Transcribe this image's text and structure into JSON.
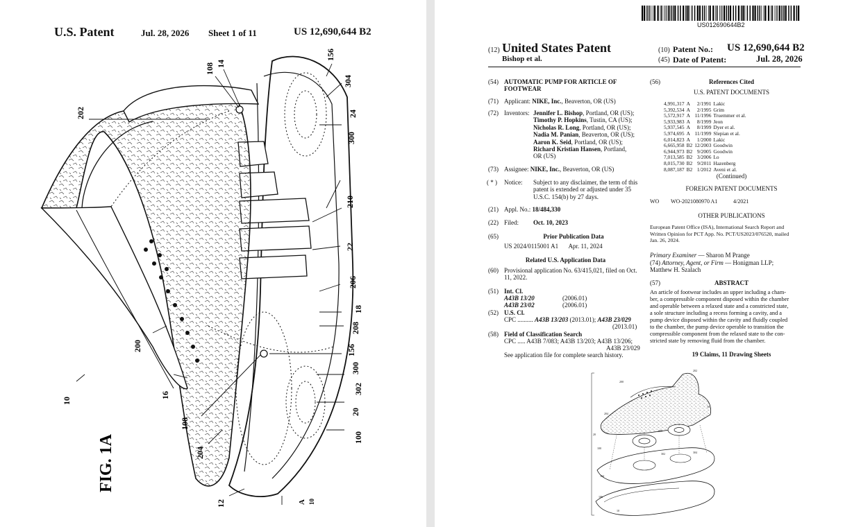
{
  "left_sheet": {
    "header": {
      "title": "U.S. Patent",
      "date": "Jul. 28, 2026",
      "sheet": "Sheet 1 of 11",
      "patent_number": "US 12,690,644 B2"
    },
    "figure_label": "FIG. 1A",
    "reference_numerals": [
      "108",
      "14",
      "156",
      "304",
      "202",
      "24",
      "300",
      "210",
      "22",
      "206",
      "18",
      "208",
      "156",
      "200",
      "300",
      "302",
      "10",
      "16",
      "20",
      "108",
      "100",
      "204",
      "12",
      "10"
    ],
    "section_marker": "A",
    "section_marker_number": "10"
  },
  "right_sheet": {
    "barcode_number": "US012690644B2",
    "patent_label_code": "(12)",
    "patent_title": "United States Patent",
    "inventor_short": "Bishop et al.",
    "patent_no_code": "(10)",
    "patent_no_label": "Patent No.:",
    "patent_no_value": "US 12,690,644 B2",
    "date_code": "(45)",
    "date_label": "Date of Patent:",
    "date_value": "Jul. 28, 2026",
    "title_code": "(54)",
    "title_text_1": "AUTOMATIC PUMP FOR ARTICLE OF",
    "title_text_2": "FOOTWEAR",
    "applicant_code": "(71)",
    "applicant_label": "Applicant:",
    "applicant_name": "NIKE, Inc.",
    "applicant_place": ", Beaverton, OR (US)",
    "inventors_code": "(72)",
    "inventors_label": "Inventors:",
    "inventors": [
      {
        "name": "Jennifer L. Bishop",
        "place": ", Portland, OR (US);"
      },
      {
        "name": "Timothy P. Hopkins",
        "place": ", Tustin, CA (US);"
      },
      {
        "name": "Nicholas R. Long",
        "place": ", Portland, OR (US);"
      },
      {
        "name": "Nadia M. Panian",
        "place": ", Beaverton, OR (US);"
      },
      {
        "name": "Aaron K. Seid",
        "place": ", Portland, OR (US);"
      },
      {
        "name": "Richard Kristian Hansen",
        "place": ", Portland,"
      }
    ],
    "inventors_last_line": "OR (US)",
    "assignee_code": "(73)",
    "assignee_label": "Assignee:",
    "assignee_name": "NIKE, Inc.",
    "assignee_place": ", Beaverton, OR (US)",
    "notice_code": "( * )",
    "notice_label": "Notice:",
    "notice_lines": [
      "Subject to any disclaimer, the term of this",
      "patent is extended or adjusted under 35",
      "U.S.C. 154(b) by 27 days."
    ],
    "appl_code": "(21)",
    "appl_label": "Appl. No.:",
    "appl_value": "18/484,330",
    "filed_code": "(22)",
    "filed_label": "Filed:",
    "filed_value": "Oct. 10, 2023",
    "prior_code": "(65)",
    "prior_heading": "Prior Publication Data",
    "prior_pub": "US 2024/0115001 A1",
    "prior_date": "Apr. 11, 2024",
    "related_heading": "Related U.S. Application Data",
    "provisional_code": "(60)",
    "provisional_lines": [
      "Provisional application No. 63/415,021, filed on Oct.",
      "11, 2022."
    ],
    "intcl_code": "(51)",
    "intcl_label": "Int. Cl.",
    "intcl": [
      {
        "cls": "A43B 13/20",
        "ver": "(2006.01)"
      },
      {
        "cls": "A43B 23/02",
        "ver": "(2006.01)"
      }
    ],
    "uscl_code": "(52)",
    "uscl_label": "U.S. Cl.",
    "cpc_prefix": "CPC ..........",
    "cpc_main": "A43B 13/203",
    "cpc_main_ver": "(2013.01);",
    "cpc_second": "A43B 23/029",
    "cpc_second_ver": "(2013.01)",
    "field_code": "(58)",
    "field_label": "Field of Classification Search",
    "field_line1": "CPC ..... A43B 7/083; A43B 13/203; A43B 13/206;",
    "field_line2": "A43B 23/029",
    "field_line3": "See application file for complete search history.",
    "refs_code": "(56)",
    "refs_heading": "References Cited",
    "us_docs_heading": "U.S. PATENT DOCUMENTS",
    "us_docs": [
      [
        "4,991,317",
        "A",
        "2/1991",
        "Lakic"
      ],
      [
        "5,392,534",
        "A",
        "2/1995",
        "Grim"
      ],
      [
        "5,572,917",
        "A",
        "11/1996",
        "Truemmer et al."
      ],
      [
        "5,933,983",
        "A",
        "8/1999",
        "Jeon"
      ],
      [
        "5,937,545",
        "A",
        "8/1999",
        "Dyer et al."
      ],
      [
        "5,974,695",
        "A",
        "11/1999",
        "Slepian et al."
      ],
      [
        "6,014,823",
        "A",
        "1/2000",
        "Lakic"
      ],
      [
        "6,665,958",
        "B2",
        "12/2003",
        "Goodwin"
      ],
      [
        "6,944,973",
        "B2",
        "9/2005",
        "Goodwin"
      ],
      [
        "7,013,585",
        "B2",
        "3/2006",
        "Lo"
      ],
      [
        "8,015,730",
        "B2",
        "9/2011",
        "Hazenberg"
      ],
      [
        "8,087,187",
        "B2",
        "1/2012",
        "Aveni et al."
      ]
    ],
    "continued": "(Continued)",
    "foreign_heading": "FOREIGN PATENT DOCUMENTS",
    "foreign_country": "WO",
    "foreign_doc": "WO-2021080970 A1",
    "foreign_date": "4/2021",
    "other_heading": "OTHER PUBLICATIONS",
    "other_lines": [
      "European Patent Office (ISA), International Search Report and",
      "Written Opinion for PCT App. No. PCT/US2023/076520, mailed",
      "Jan. 26, 2024."
    ],
    "examiner_label": "Primary Examiner",
    "examiner_name": "— Sharon M Prange",
    "attorney_line1_code": "(74)",
    "attorney_label": "Attorney, Agent, or Firm",
    "attorney_firm": "— Honigman LLP;",
    "attorney_line2": "Matthew H. Szalach",
    "abstract_code": "(57)",
    "abstract_heading": "ABSTRACT",
    "abstract_lines": [
      "An article of footwear includes an upper including a cham-",
      "ber, a compressible component disposed within the chamber",
      "and operable between a relaxed state and a constricted state,",
      "a sole structure including a recess forming a cavity, and a",
      "pump device disposed within the cavity and fluidly coupled",
      "to the chamber, the pump device operable to transition the",
      "compressible component from the relaxed state to the con-",
      "stricted state by removing fluid from the chamber."
    ],
    "claims": "19 Claims, 11 Drawing Sheets",
    "thumb_numerals": [
      "200",
      "202",
      "204",
      "14",
      "100",
      "104",
      "106",
      "302",
      "304",
      "300",
      "20",
      "10"
    ]
  },
  "colors": {
    "paper": "#ffffff",
    "gutter": "#e6e6e6",
    "ink": "#111111"
  }
}
